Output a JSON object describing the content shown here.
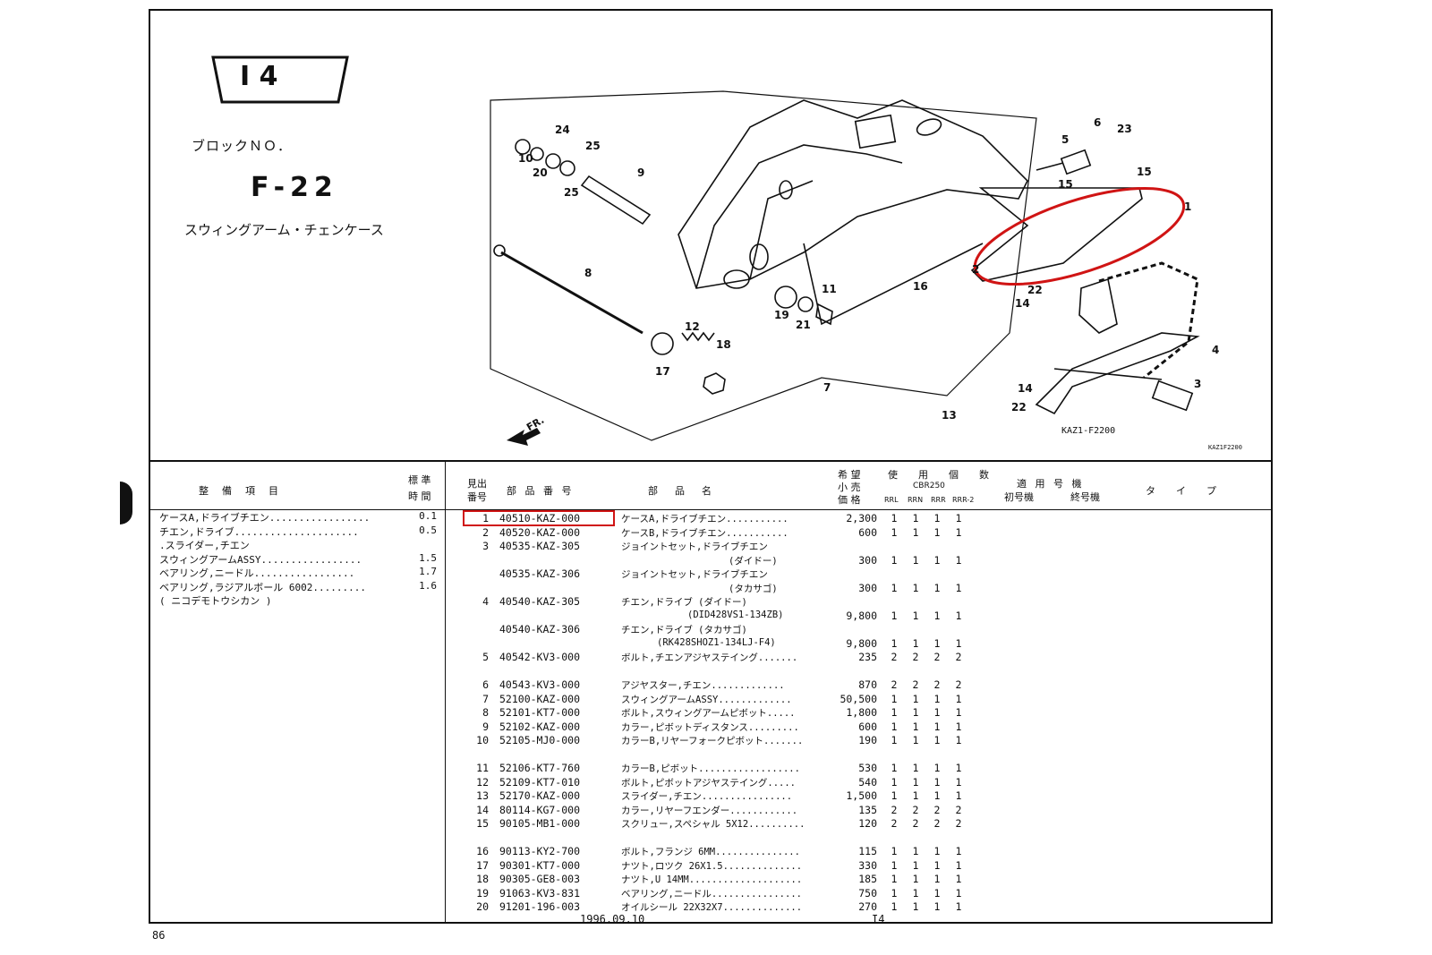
{
  "block": {
    "badge": "I 4",
    "label": "ブロックＮＯ．",
    "code": "F-22",
    "title": "スウィングアーム・チェンケース"
  },
  "diagram": {
    "figure_code": "KAZ1-F2200",
    "figure_code_small": "KAZ1F2200",
    "front_label": "FR.",
    "callouts": [
      "1",
      "2",
      "3",
      "4",
      "5",
      "6",
      "7",
      "8",
      "9",
      "10",
      "11",
      "12",
      "13",
      "14",
      "14",
      "15",
      "15",
      "16",
      "17",
      "18",
      "19",
      "20",
      "21",
      "22",
      "22",
      "23",
      "24",
      "25",
      "25"
    ],
    "highlight_color": "#d01414"
  },
  "headers": {
    "service_item": "整　備　項　目",
    "std_time_1": "標 準",
    "std_time_2": "時 間",
    "ref_1": "見出",
    "ref_2": "番号",
    "part_no": "部 品 番 号",
    "part_name": "部　品　名",
    "price_1": "希 望",
    "price_2": "小 売",
    "price_3": "価 格",
    "qty_title": "使　用　個　数",
    "model": "CBR250",
    "variant_1": "RRL",
    "variant_2": "RRN",
    "variant_3": "RRR",
    "variant_4": "RRR-2",
    "applicable": "適 用 号 機",
    "first_no": "初号機",
    "last_no": "終号機",
    "type": "タ　イ　プ"
  },
  "service_items": [
    {
      "name": "ケースA,ドライブチエン.................",
      "time": "0.1"
    },
    {
      "name": "チエン,ドライブ.....................",
      "time": "0.5"
    },
    {
      "name": ".スライダー,チエン",
      "time": ""
    },
    {
      "name": "スウィングアームASSY.................",
      "time": "1.5"
    },
    {
      "name": "ベアリング,ニードル.................",
      "time": "1.7"
    },
    {
      "name": "ベアリング,ラジアルボール 6002.........",
      "time": "1.6"
    },
    {
      "name": "( ニコデモトウシカン )",
      "time": ""
    }
  ],
  "parts": [
    {
      "ref": "1",
      "part": "40510-KAZ-000",
      "name": "ケースA,ドライブチエン...........",
      "price": "2,300",
      "q": [
        "1",
        "1",
        "1",
        "1"
      ]
    },
    {
      "ref": "2",
      "part": "40520-KAZ-000",
      "name": "ケースB,ドライブチエン...........",
      "price": "600",
      "q": [
        "1",
        "1",
        "1",
        "1"
      ]
    },
    {
      "ref": "3",
      "part": "40535-KAZ-305",
      "name": "ジョイントセット,ドライブチエン",
      "price": "",
      "q": [
        "",
        "",
        "",
        ""
      ]
    },
    {
      "ref": "",
      "part": "",
      "name": "(ダイドー)",
      "price": "300",
      "q": [
        "1",
        "1",
        "1",
        "1"
      ]
    },
    {
      "ref": "",
      "part": "40535-KAZ-306",
      "name": "ジョイントセット,ドライブチエン",
      "price": "",
      "q": [
        "",
        "",
        "",
        ""
      ]
    },
    {
      "ref": "",
      "part": "",
      "name": "(タカサゴ)",
      "price": "300",
      "q": [
        "1",
        "1",
        "1",
        "1"
      ]
    },
    {
      "ref": "4",
      "part": "40540-KAZ-305",
      "name": "チエン,ドライブ (ダイドー)",
      "price": "",
      "q": [
        "",
        "",
        "",
        ""
      ]
    },
    {
      "ref": "",
      "part": "",
      "name": "(DID428VS1-134ZB)",
      "price": "9,800",
      "q": [
        "1",
        "1",
        "1",
        "1"
      ]
    },
    {
      "ref": "",
      "part": "40540-KAZ-306",
      "name": "チエン,ドライブ (タカサゴ)",
      "price": "",
      "q": [
        "",
        "",
        "",
        ""
      ]
    },
    {
      "ref": "",
      "part": "",
      "name": "(RK428SHOZ1-134LJ-F4)",
      "price": "9,800",
      "q": [
        "1",
        "1",
        "1",
        "1"
      ]
    },
    {
      "ref": "5",
      "part": "40542-KV3-000",
      "name": "ボルト,チエンアジヤステイング.......",
      "price": "235",
      "q": [
        "2",
        "2",
        "2",
        "2"
      ]
    },
    {
      "ref": "6",
      "part": "40543-KV3-000",
      "name": "アジヤスター,チエン.............",
      "price": "870",
      "q": [
        "2",
        "2",
        "2",
        "2"
      ]
    },
    {
      "ref": "7",
      "part": "52100-KAZ-000",
      "name": "スウィングアームASSY.............",
      "price": "50,500",
      "q": [
        "1",
        "1",
        "1",
        "1"
      ]
    },
    {
      "ref": "8",
      "part": "52101-KT7-000",
      "name": "ボルト,スウィングアームピボット.....",
      "price": "1,800",
      "q": [
        "1",
        "1",
        "1",
        "1"
      ]
    },
    {
      "ref": "9",
      "part": "52102-KAZ-000",
      "name": "カラー,ピボットディスタンス.........",
      "price": "600",
      "q": [
        "1",
        "1",
        "1",
        "1"
      ]
    },
    {
      "ref": "10",
      "part": "52105-MJ0-000",
      "name": "カラーB,リヤーフォークピボット.......",
      "price": "190",
      "q": [
        "1",
        "1",
        "1",
        "1"
      ]
    },
    {
      "ref": "11",
      "part": "52106-KT7-760",
      "name": "カラーB,ピボット..................",
      "price": "530",
      "q": [
        "1",
        "1",
        "1",
        "1"
      ]
    },
    {
      "ref": "12",
      "part": "52109-KT7-010",
      "name": "ボルト,ピボットアジヤステイング.....",
      "price": "540",
      "q": [
        "1",
        "1",
        "1",
        "1"
      ]
    },
    {
      "ref": "13",
      "part": "52170-KAZ-000",
      "name": "スライダー,チエン................",
      "price": "1,500",
      "q": [
        "1",
        "1",
        "1",
        "1"
      ]
    },
    {
      "ref": "14",
      "part": "80114-KG7-000",
      "name": "カラー,リヤーフエンダー............",
      "price": "135",
      "q": [
        "2",
        "2",
        "2",
        "2"
      ]
    },
    {
      "ref": "15",
      "part": "90105-MB1-000",
      "name": "スクリュー,スペシャル 5X12..........",
      "price": "120",
      "q": [
        "2",
        "2",
        "2",
        "2"
      ]
    },
    {
      "ref": "16",
      "part": "90113-KY2-700",
      "name": "ボルト,フランジ 6MM...............",
      "price": "115",
      "q": [
        "1",
        "1",
        "1",
        "1"
      ]
    },
    {
      "ref": "17",
      "part": "90301-KT7-000",
      "name": "ナツト,ロツク 26X1.5..............",
      "price": "330",
      "q": [
        "1",
        "1",
        "1",
        "1"
      ]
    },
    {
      "ref": "18",
      "part": "90305-GE8-003",
      "name": "ナツト,U 14MM....................",
      "price": "185",
      "q": [
        "1",
        "1",
        "1",
        "1"
      ]
    },
    {
      "ref": "19",
      "part": "91063-KV3-831",
      "name": "ベアリング,ニードル................",
      "price": "750",
      "q": [
        "1",
        "1",
        "1",
        "1"
      ]
    },
    {
      "ref": "20",
      "part": "91201-196-003",
      "name": "オイルシール 22X32X7..............",
      "price": "270",
      "q": [
        "1",
        "1",
        "1",
        "1"
      ]
    }
  ],
  "footer": {
    "date": "1996.09.10",
    "block": "I4",
    "page": "86"
  }
}
